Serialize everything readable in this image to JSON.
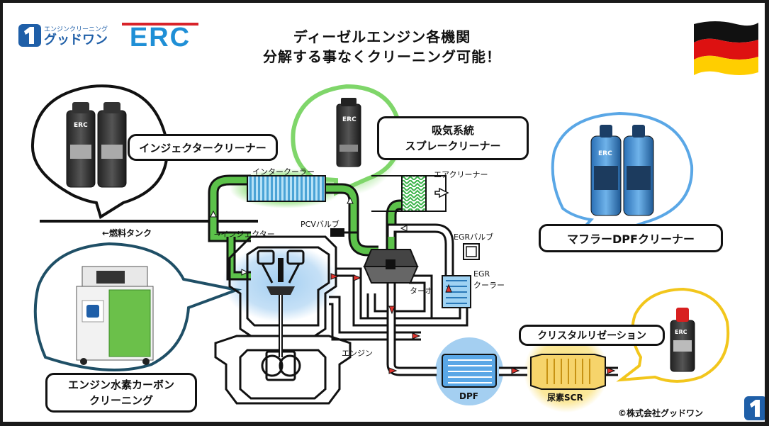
{
  "header": {
    "title_line1": "ディーゼルエンジン各機関",
    "title_line2": "分解する事なくクリーニング可能！",
    "company_logo_small": "エンジンクリーニング",
    "company_logo_main": "グッドワン",
    "erc_logo": "ERC"
  },
  "callouts": {
    "injector_cleaner": "インジェクタークリーナー",
    "intake_line1": "吸気系統",
    "intake_line2": "スプレークリーナー",
    "muffler_dpf": "マフラーDPFクリーナー",
    "crystal": "クリスタルリゼーション",
    "hydrogen_line1": "エンジン水素カーボン",
    "hydrogen_line2": "クリーニング"
  },
  "diagram_labels": {
    "intercooler": "インタークーラー",
    "air_cleaner": "エアクリーナー",
    "fuel_tank": "←燃料タンク",
    "injector": "→インジェクター",
    "pcv_valve": "PCVバルブ",
    "egr_valve": "EGRバルブ",
    "egr_cooler_line1": "EGR",
    "egr_cooler_line2": "クーラー",
    "turbo": "ターボ",
    "engine": "エンジン",
    "dpf": "DPF",
    "scr": "尿素SCR"
  },
  "product_labels": {
    "bottle_brand": "ERC"
  },
  "footer": {
    "copyright": "©株式会社グッドワン"
  },
  "colors": {
    "pipe_green": "#5cc24a",
    "glow_green": "#8fe07a",
    "glow_blue": "#5aa7e6",
    "glow_yellow": "#f7d23a",
    "flag_black": "#111111",
    "flag_red": "#dd1111",
    "flag_gold": "#ffce00",
    "logo_blue": "#1f5fa8",
    "erc_red": "#d8232a"
  }
}
